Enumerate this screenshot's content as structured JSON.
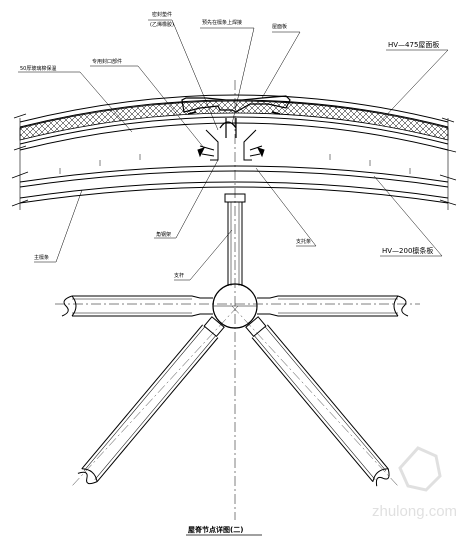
{
  "labels": {
    "top_left_1": "密封垫件",
    "top_left_2": "(乙烯橡胶)",
    "top_mid": "预先在檩条上焊接",
    "top_right": "屋面板",
    "hv475": "HV—475屋面板",
    "insulation": "50厚玻璃棉保温",
    "left_mid": "专用封口部件",
    "bottom_left": "主檩条",
    "hinge": "角钢架",
    "support_beam": "支托条",
    "support": "支杆",
    "hv200": "HV—200檩条板"
  },
  "caption": "屋脊节点详图(二)",
  "watermark": "zhulong.com",
  "colors": {
    "line": "#000000",
    "hatch": "#000000",
    "watermark": "#c8c8c8"
  }
}
